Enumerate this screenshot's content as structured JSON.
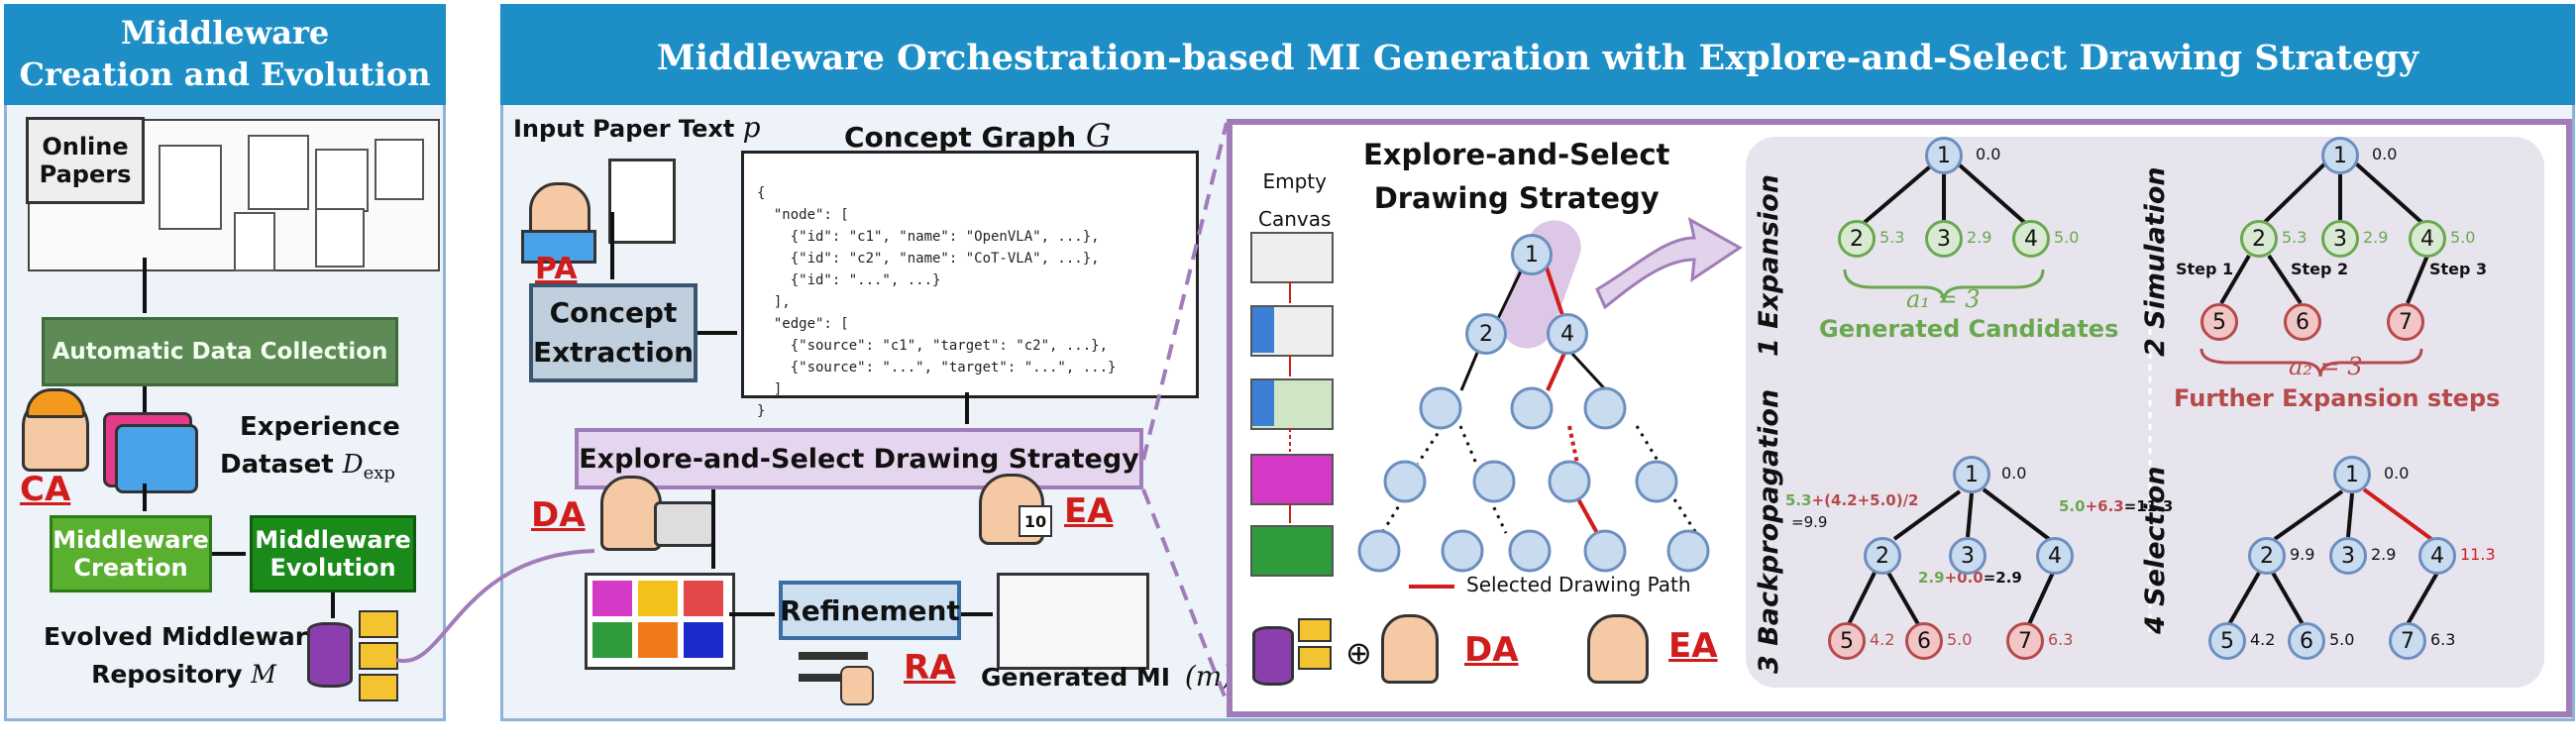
{
  "left": {
    "header": [
      "Middleware",
      "Creation and Evolution"
    ],
    "online_papers": [
      "Online",
      "Papers"
    ],
    "auto_collection": "Automatic Data Collection",
    "experience_label": "Experience",
    "experience_dataset": "Dataset",
    "dataset_symbol": "D",
    "dataset_sub": "exp",
    "ca": "CA",
    "middleware_creation": [
      "Middleware",
      "Creation"
    ],
    "middleware_evolution": [
      "Middleware",
      "Evolution"
    ],
    "evolved_repo": [
      "Evolved Middleware",
      "Repository"
    ],
    "repo_symbol": "M"
  },
  "right": {
    "header": "Middleware Orchestration-based MI Generation with Explore-and-Select Drawing Strategy",
    "input_paper": "Input Paper Text",
    "input_symbol": "p",
    "pa": "PA",
    "concept_graph": "Concept Graph",
    "graph_symbol": "G",
    "concept_extraction": [
      "Concept",
      "Extraction"
    ],
    "json_lines": [
      "{",
      "  \"node\": [",
      "    {\"id\": \"c1\", \"name\": \"OpenVLA\", ...},",
      "    {\"id\": \"c2\", \"name\": \"CoT-VLA\", ...},",
      "    {\"id\": \"...\", ...}",
      "  ],",
      "  \"edge\": [",
      "    {\"source\": \"c1\", \"target\": \"c2\", ...},",
      "    {\"source\": \"...\", \"target\": \"...\", ...}",
      "  ]",
      "}"
    ],
    "explore_select": "Explore-and-Select Drawing Strategy",
    "da": "DA",
    "ea": "EA",
    "ra": "RA",
    "refinement": "Refinement",
    "generated_mi": "Generated MI",
    "mi_symbol": "(m)",
    "badge": "10"
  },
  "strategy": {
    "empty_canvas": [
      "Empty",
      "Canvas"
    ],
    "title": [
      "Explore-and-Select",
      "Drawing Strategy"
    ],
    "selected_path": "Selected Drawing Path",
    "da": "DA",
    "ea": "EA",
    "plus": "⊕",
    "tree_nodes": [
      "1",
      "2",
      "4"
    ]
  },
  "mcts": {
    "expansion": {
      "label": "1  Expansion",
      "root": "1",
      "root_val": "0.0",
      "children": [
        {
          "n": "2",
          "v": "5.3"
        },
        {
          "n": "3",
          "v": "2.9"
        },
        {
          "n": "4",
          "v": "5.0"
        }
      ],
      "formula": "a₁ = 3",
      "caption": "Generated Candidates"
    },
    "simulation": {
      "label": "2  Simulation",
      "root": "1",
      "root_val": "0.0",
      "children": [
        {
          "n": "2",
          "v": "5.3"
        },
        {
          "n": "3",
          "v": "2.9"
        },
        {
          "n": "4",
          "v": "5.0"
        }
      ],
      "steps": [
        "Step 1",
        "Step 2",
        "Step 3"
      ],
      "leaves": [
        "5",
        "6",
        "7"
      ],
      "formula": "a₂ = 3",
      "caption": "Further Expansion steps"
    },
    "backprop": {
      "label": "3  Backpropagation",
      "root": "1",
      "root_val": "0.0",
      "left_formula_a": "5.3",
      "left_formula_b": "+(4.2+5.0)/2",
      "left_formula_c": "=9.9",
      "right_formula_a": "5.0",
      "right_formula_b": "+6.3",
      "right_formula_c": "=11.3",
      "mid_formula_a": "2.9",
      "mid_formula_b": "+0.0",
      "mid_formula_c": "=2.9",
      "children": [
        "2",
        "3",
        "4"
      ],
      "leaves": [
        {
          "n": "5",
          "v": "4.2"
        },
        {
          "n": "6",
          "v": "5.0"
        },
        {
          "n": "7",
          "v": "6.3"
        }
      ]
    },
    "selection": {
      "label": "4  Selection",
      "root": "1",
      "root_val": "0.0",
      "children": [
        {
          "n": "2",
          "v": "9.9"
        },
        {
          "n": "3",
          "v": "2.9"
        },
        {
          "n": "4",
          "v": "11.3"
        }
      ],
      "leaves": [
        {
          "n": "5",
          "v": "4.2"
        },
        {
          "n": "6",
          "v": "5.0"
        },
        {
          "n": "7",
          "v": "6.3"
        }
      ]
    }
  },
  "colors": {
    "header": "#1d8fc6",
    "panel_bg": "#eef3f9",
    "accent_red": "#d11c1c",
    "accent_green": "#6aa84f",
    "purple": "#a07cb8"
  }
}
